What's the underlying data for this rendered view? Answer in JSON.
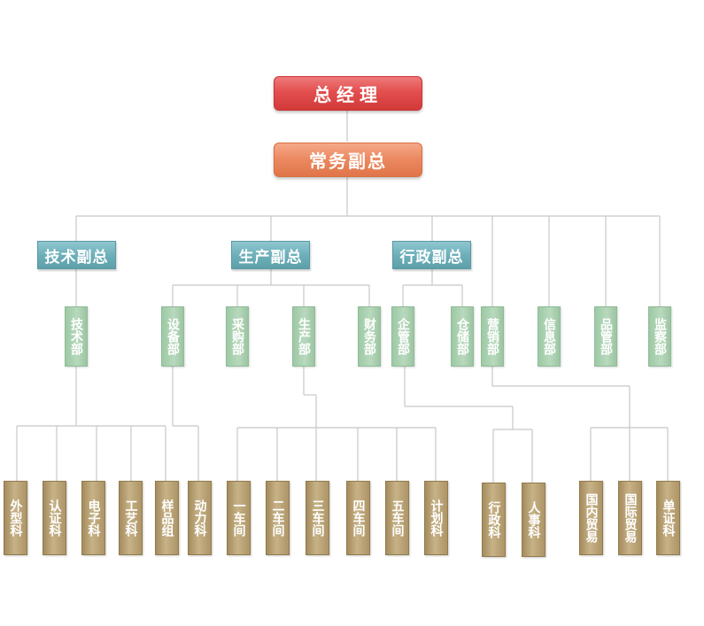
{
  "org": {
    "ceo": "总经理",
    "deputy": "常务副总",
    "vps": {
      "tech": "技术副总",
      "prod": "生产副总",
      "admin": "行政副总"
    },
    "depts": {
      "tech": "技术部",
      "equip": "设备部",
      "purchase": "采购部",
      "production": "生产部",
      "finance": "财务部",
      "enterprise": "企管部",
      "warehouse": "仓储部",
      "sales": "营销部",
      "info": "信息部",
      "quality": "品管部",
      "audit": "监察部"
    },
    "sections": {
      "s1": "外型科",
      "s2": "认证科",
      "s3": "电子科",
      "s4": "工艺科",
      "s5": "样品组",
      "s6": "动力科",
      "s7": "一车间",
      "s8": "二车间",
      "s9": "三车间",
      "s10": "四车间",
      "s11": "五车间",
      "s12": "计划科",
      "s13": "行政科",
      "s14": "人事科",
      "s15": "国内贸易",
      "s16": "国际贸易",
      "s17": "单证科"
    }
  },
  "colors": {
    "ceo": "#e04848",
    "deputy": "#ec8a62",
    "vp": "#6eb0ba",
    "dept": "#b0d4b6",
    "section": "#b8a274",
    "line": "#c8c8c8"
  }
}
